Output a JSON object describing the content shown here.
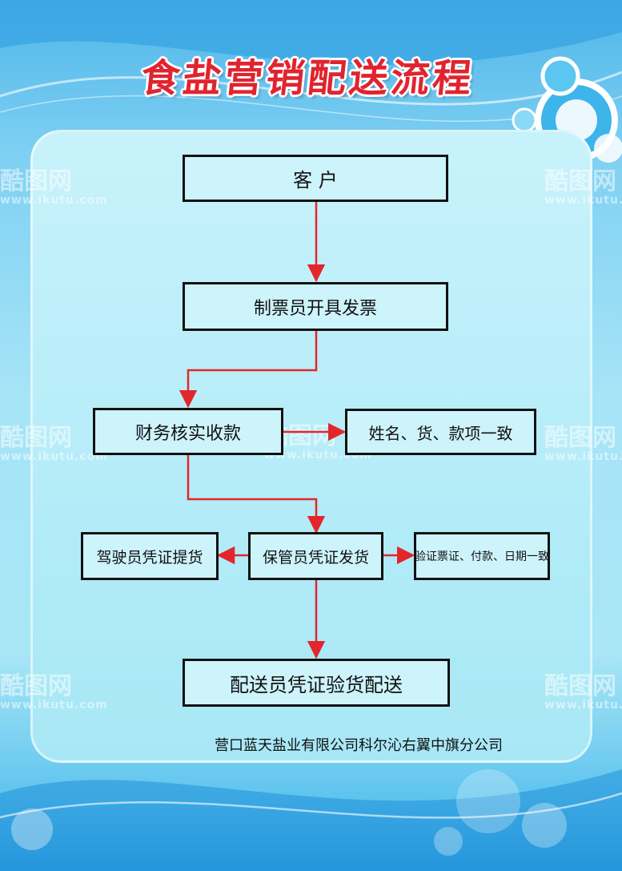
{
  "title": "食盐营销配送流程",
  "nodes": {
    "customer": "客  户",
    "invoicer": "制票员开具发票",
    "finance": "财务核实收款",
    "finance_check": "姓名、货、款项一致",
    "driver": "驾驶员凭证提货",
    "keeper": "保管员凭证发货",
    "keeper_check": "验证票证、付款、日期一致",
    "delivery": "配送员凭证验货配送"
  },
  "company": "营口蓝天盐业有限公司科尔沁右翼中旗分公司",
  "watermark": {
    "mark": "酷图网",
    "url": "www.ikutu.com"
  },
  "colors": {
    "arrow": "#e3262c",
    "title": "#e0242f",
    "box_fill": "#cdf3fb",
    "box_border": "#111111"
  }
}
